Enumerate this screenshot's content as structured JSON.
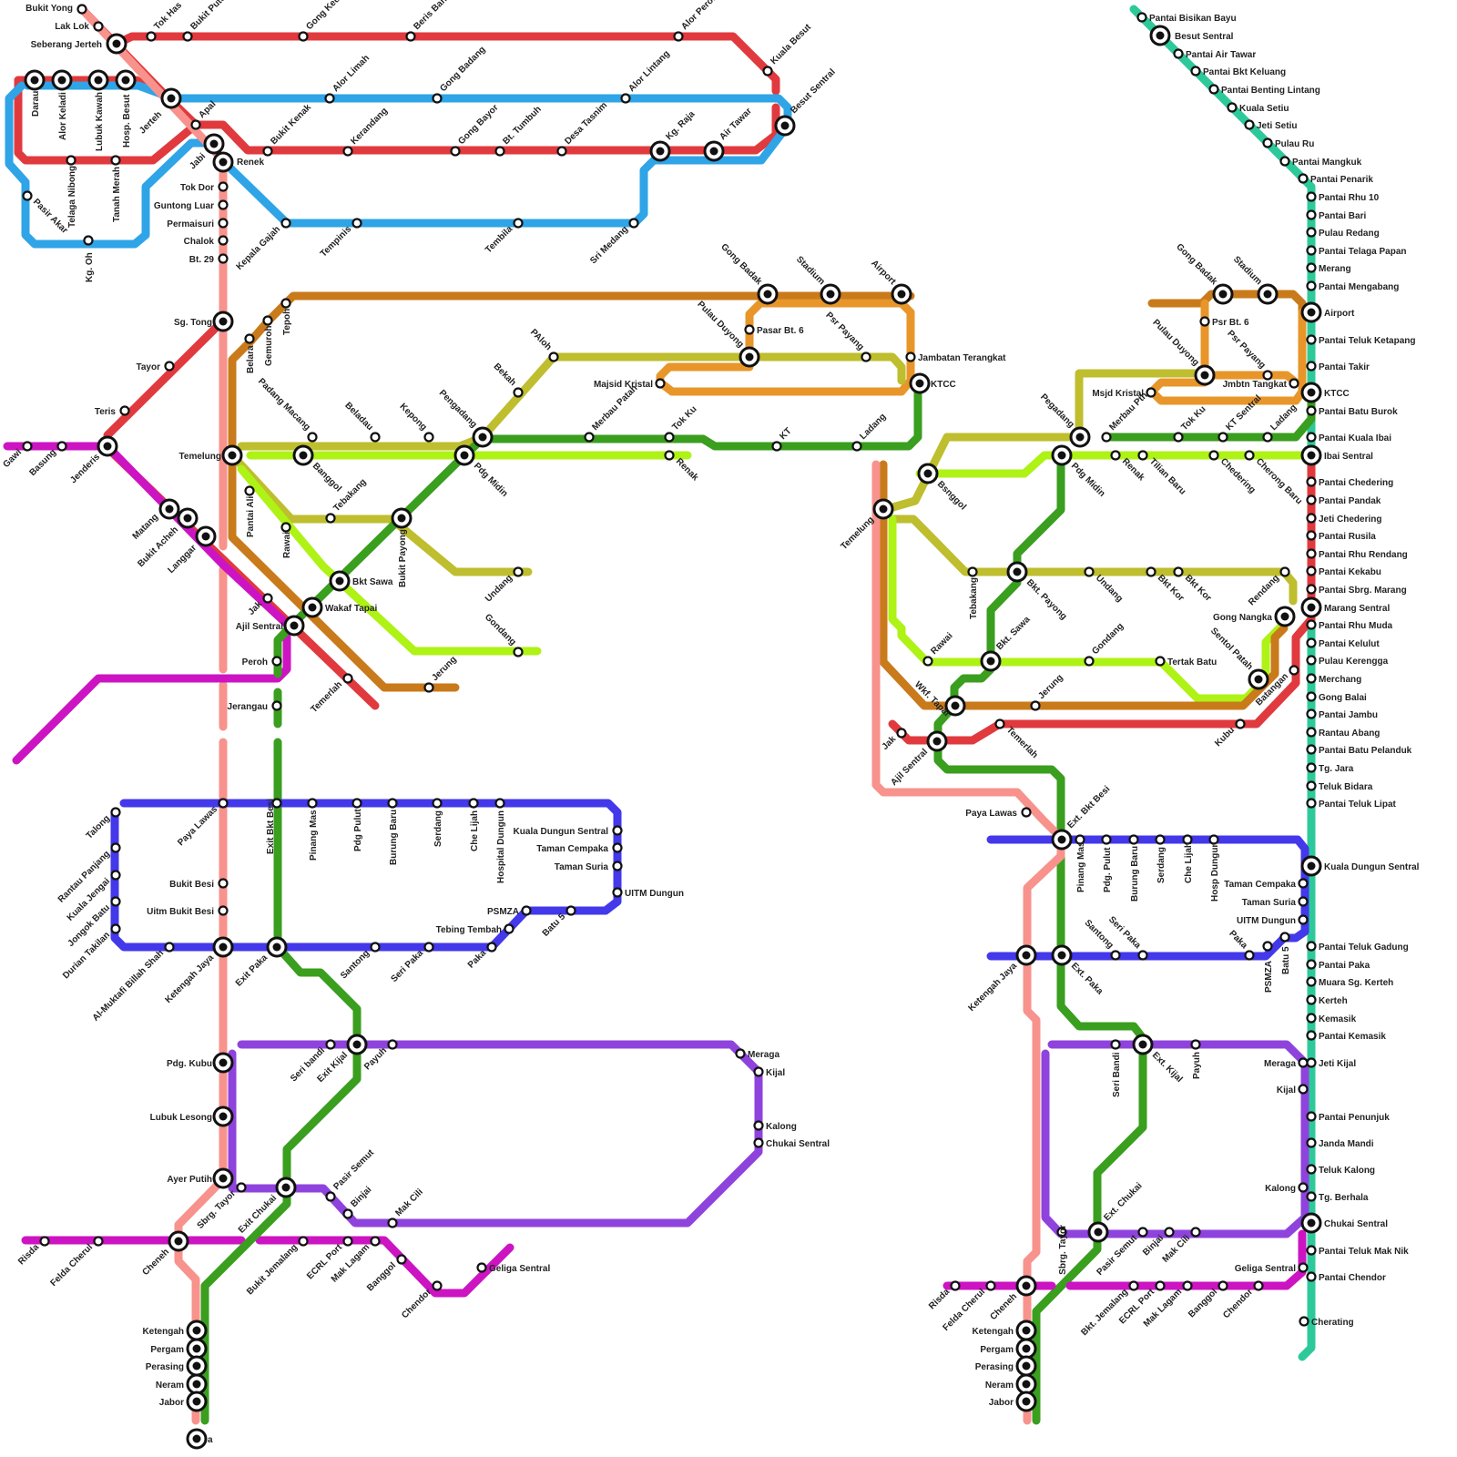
{
  "colors": {
    "red": "#e03a3e",
    "blue": "#2fa4e7",
    "pink": "#f8928c",
    "magenta": "#cc14c2",
    "orange": "#c97a1b",
    "amber": "#e8962a",
    "olive": "#bebe2e",
    "green": "#3a9e1e",
    "lime": "#aef216",
    "indigo": "#4338ea",
    "purple": "#8f43dd",
    "teal": "#2ec99a"
  },
  "stations": [
    {
      "id": "bukit-yong",
      "label": "Bukit Yong"
    },
    {
      "id": "lak-lok",
      "label": "Lak Lok"
    },
    {
      "id": "seberang-jerteh",
      "label": "Seberang Jerteh"
    },
    {
      "id": "tok-has",
      "label": "Tok Has"
    },
    {
      "id": "bukit-puteh",
      "label": "Bukit Puteh"
    },
    {
      "id": "gong-kedak",
      "label": "Gong Kedak"
    },
    {
      "id": "beris-baharu",
      "label": "Beris Baharu"
    },
    {
      "id": "alor-peroi",
      "label": "Alor Peroi"
    },
    {
      "id": "kuala-besut",
      "label": "Kuala Besut"
    },
    {
      "id": "besut-sentral-w",
      "label": "Besut Sentral"
    },
    {
      "id": "darau",
      "label": "Darau"
    },
    {
      "id": "alor-keladi",
      "label": "Alor Keladi"
    },
    {
      "id": "lubuk-kawah",
      "label": "Lubuk Kawah"
    },
    {
      "id": "hosp-besut",
      "label": "Hosp. Besut"
    },
    {
      "id": "jerteh",
      "label": "Jerteh"
    },
    {
      "id": "alor-limah",
      "label": "Alor Limah"
    },
    {
      "id": "gong-badang",
      "label": "Gong Badang"
    },
    {
      "id": "alor-lintang",
      "label": "Alor Lintang"
    },
    {
      "id": "apal",
      "label": "Apal"
    },
    {
      "id": "jabi",
      "label": "Jabi"
    },
    {
      "id": "renek-w",
      "label": "Renek"
    },
    {
      "id": "bukit-kenak",
      "label": "Bukit Kenak"
    },
    {
      "id": "kerandang",
      "label": "Kerandang"
    },
    {
      "id": "gong-bayor",
      "label": "Gong Bayor"
    },
    {
      "id": "bt-tumbuh",
      "label": "Bt. Tumbuh"
    },
    {
      "id": "desa-tasnim",
      "label": "Desa Tasnim"
    },
    {
      "id": "kg-raja",
      "label": "Kg. Raja"
    },
    {
      "id": "air-tawar",
      "label": "Air Tawar"
    },
    {
      "id": "telaga-nibong",
      "label": "Telaga Nibong"
    },
    {
      "id": "tanah-merah",
      "label": "Tanah Merah"
    },
    {
      "id": "pasir-akar",
      "label": "Pasir Akar"
    },
    {
      "id": "kg-oh",
      "label": "Kg. Oh"
    },
    {
      "id": "tok-dor",
      "label": "Tok Dor"
    },
    {
      "id": "guntong-luar",
      "label": "Guntong Luar"
    },
    {
      "id": "permaisuri",
      "label": "Permaisuri"
    },
    {
      "id": "chalok",
      "label": "Chalok"
    },
    {
      "id": "bt-29",
      "label": "Bt. 29"
    },
    {
      "id": "kepala-gajah",
      "label": "Kepala Gajah"
    },
    {
      "id": "tempinis",
      "label": "Tempinis"
    },
    {
      "id": "tembila",
      "label": "Tembila"
    },
    {
      "id": "sri-medang",
      "label": "Sri Medang"
    },
    {
      "id": "sg-tong",
      "label": "Sg. Tong"
    },
    {
      "id": "tayor",
      "label": "Tayor"
    },
    {
      "id": "teris",
      "label": "Teris"
    },
    {
      "id": "gawi",
      "label": "Gawi"
    },
    {
      "id": "basung",
      "label": "Basung"
    },
    {
      "id": "jenderis",
      "label": "Jenderis"
    },
    {
      "id": "matang",
      "label": "Matang"
    },
    {
      "id": "bukit-acheh",
      "label": "Bukit Acheh"
    },
    {
      "id": "langgar",
      "label": "Langgar"
    },
    {
      "id": "belara",
      "label": "Belara"
    },
    {
      "id": "gemuroh",
      "label": "Gemuroh"
    },
    {
      "id": "tepoh",
      "label": "Tepoh"
    },
    {
      "id": "gong-badak-w",
      "label": "Gong Badak"
    },
    {
      "id": "stadium-w",
      "label": "Stadium"
    },
    {
      "id": "airport-w",
      "label": "Airport"
    },
    {
      "id": "pulau-duyong-w",
      "label": "Pulau Duyong"
    },
    {
      "id": "pasar-bt6",
      "label": "Pasar Bt. 6"
    },
    {
      "id": "psr-payang-w",
      "label": "Psr Payang"
    },
    {
      "id": "jambatan-terangkat",
      "label": "Jambatan Terangkat"
    },
    {
      "id": "majsid-kristal",
      "label": "Majsid Kristal"
    },
    {
      "id": "ktcc-w",
      "label": "KTCC"
    },
    {
      "id": "paloh",
      "label": "PAloh"
    },
    {
      "id": "bekah",
      "label": "Bekah"
    },
    {
      "id": "temelung-w",
      "label": "Temelung"
    },
    {
      "id": "padang-macang",
      "label": "Padang Macang"
    },
    {
      "id": "beladau",
      "label": "Beladau"
    },
    {
      "id": "kepong",
      "label": "Kepong"
    },
    {
      "id": "pengadang",
      "label": "Pengadang"
    },
    {
      "id": "merbau-patah",
      "label": "Merbau Patah"
    },
    {
      "id": "tok-ku-w",
      "label": "Tok Ku"
    },
    {
      "id": "kt-w",
      "label": "KT"
    },
    {
      "id": "ladang-w",
      "label": "Ladang"
    },
    {
      "id": "banggol",
      "label": "Banggol"
    },
    {
      "id": "pdg-midin-w",
      "label": "Pdg Midin"
    },
    {
      "id": "renak-w",
      "label": "Renak"
    },
    {
      "id": "pantai-ali",
      "label": "Pantai Ali"
    },
    {
      "id": "tebakang-w",
      "label": "Tebakang"
    },
    {
      "id": "rawai-w",
      "label": "Rawai"
    },
    {
      "id": "bukit-payong-w",
      "label": "Bukit Payong"
    },
    {
      "id": "undang-w",
      "label": "Undang"
    },
    {
      "id": "bkt-sawa-w",
      "label": "Bkt Sawa"
    },
    {
      "id": "wakaf-tapai-w",
      "label": "Wakaf Tapai"
    },
    {
      "id": "jak-w",
      "label": "Jak"
    },
    {
      "id": "ajil-sentral-w",
      "label": "Ajil Sentral"
    },
    {
      "id": "gondang-w",
      "label": "Gondang"
    },
    {
      "id": "peroh",
      "label": "Peroh"
    },
    {
      "id": "jerung-w",
      "label": "Jerung"
    },
    {
      "id": "temerlah-w",
      "label": "Temerlah"
    },
    {
      "id": "jerangau",
      "label": "Jerangau"
    },
    {
      "id": "talong",
      "label": "Talong"
    },
    {
      "id": "paya-lawas-w",
      "label": "Paya Lawas"
    },
    {
      "id": "exit-bkt-besi",
      "label": "Exit Bkt Besi"
    },
    {
      "id": "pinang-mas-w",
      "label": "Pinang Mas"
    },
    {
      "id": "pdg-pulut-w",
      "label": "Pdg Pulut"
    },
    {
      "id": "burung-baru-w",
      "label": "Burung Baru"
    },
    {
      "id": "serdang-w",
      "label": "Serdang"
    },
    {
      "id": "che-lijah-w",
      "label": "Che Lijah"
    },
    {
      "id": "hospital-dungun",
      "label": "Hospital Dungun"
    },
    {
      "id": "rantau-panjang",
      "label": "Rantau Panjang"
    },
    {
      "id": "kuala-jengai",
      "label": "Kuala Jengai"
    },
    {
      "id": "jongok-batu",
      "label": "Jongok Batu"
    },
    {
      "id": "durian-takilan",
      "label": "Durian Takilan"
    },
    {
      "id": "kuala-dungun-sentral-w",
      "label": "Kuala Dungun Sentral"
    },
    {
      "id": "taman-cempaka-w",
      "label": "Taman Cempaka"
    },
    {
      "id": "taman-suria-w",
      "label": "Taman Suria"
    },
    {
      "id": "uitm-dungun-w",
      "label": "UITM Dungun"
    },
    {
      "id": "bukit-besi",
      "label": "Bukit Besi"
    },
    {
      "id": "uitm-bukit-besi",
      "label": "Uitm Bukit Besi"
    },
    {
      "id": "psmza-w",
      "label": "PSMZA"
    },
    {
      "id": "batu5-w",
      "label": "Batu 5"
    },
    {
      "id": "tebing-tembah",
      "label": "Tebing Tembah"
    },
    {
      "id": "al-muktafi",
      "label": "Al-Muktafi Billah Shah"
    },
    {
      "id": "ketengah-jaya-w",
      "label": "Ketengah Jaya"
    },
    {
      "id": "exit-paka",
      "label": "Exit Paka"
    },
    {
      "id": "santong-w",
      "label": "Santong"
    },
    {
      "id": "seri-paka-w",
      "label": "Seri Paka"
    },
    {
      "id": "paka-w",
      "label": "Paka"
    },
    {
      "id": "pdg-kubu",
      "label": "Pdg. Kubu"
    },
    {
      "id": "seri-bandi-w",
      "label": "Seri bandi"
    },
    {
      "id": "exit-kijal",
      "label": "Exit Kijal"
    },
    {
      "id": "payuh-w",
      "label": "Payuh"
    },
    {
      "id": "meraga-w",
      "label": "Meraga"
    },
    {
      "id": "kijal-w",
      "label": "Kijal"
    },
    {
      "id": "lubuk-lesong",
      "label": "Lubuk Lesong"
    },
    {
      "id": "kalong-w",
      "label": "Kalong"
    },
    {
      "id": "chukai-sentral-w",
      "label": "Chukai Sentral"
    },
    {
      "id": "ayer-putih",
      "label": "Ayer Putih"
    },
    {
      "id": "sbrg-tayor-w",
      "label": "Sbrg. Tayor"
    },
    {
      "id": "exit-chukai",
      "label": "Exit Chukai"
    },
    {
      "id": "pasir-semut-w",
      "label": "Pasir Semut"
    },
    {
      "id": "binjai-w",
      "label": "Binjai"
    },
    {
      "id": "mak-cili-w",
      "label": "Mak Cili"
    },
    {
      "id": "risda-w",
      "label": "Risda"
    },
    {
      "id": "felda-cherul-w",
      "label": "Felda Cherul"
    },
    {
      "id": "cheneh-w",
      "label": "Cheneh"
    },
    {
      "id": "bukit-jemalang",
      "label": "Bukit Jemalang"
    },
    {
      "id": "ecrl-port-w",
      "label": "ECRL Port"
    },
    {
      "id": "mak-lagam-w",
      "label": "Mak Lagam"
    },
    {
      "id": "banggol-s-w",
      "label": "Banggol"
    },
    {
      "id": "chendor-w",
      "label": "Chendor"
    },
    {
      "id": "geliga-sentral-w",
      "label": "Geliga Sentral"
    },
    {
      "id": "ketengah-w",
      "label": "Ketengah"
    },
    {
      "id": "pergam-w",
      "label": "Pergam"
    },
    {
      "id": "perasing-w",
      "label": "Perasing"
    },
    {
      "id": "neram-w",
      "label": "Neram"
    },
    {
      "id": "jabor-w",
      "label": "Jabor"
    },
    {
      "id": "bottom-w",
      "label": "a"
    },
    {
      "id": "pantai-bisikan-bayu",
      "label": "Pantai Bisikan Bayu"
    },
    {
      "id": "besut-sentral-e",
      "label": "Besut Sentral"
    },
    {
      "id": "pantai-air-tawar",
      "label": "Pantai Air Tawar"
    },
    {
      "id": "pantai-bkt-keluang",
      "label": "Pantai Bkt Keluang"
    },
    {
      "id": "pantai-benting-lintang",
      "label": "Pantai Benting Lintang"
    },
    {
      "id": "kuala-setiu",
      "label": "Kuala Setiu"
    },
    {
      "id": "jeti-setiu",
      "label": "Jeti Setiu"
    },
    {
      "id": "pulau-ru",
      "label": "Pulau Ru"
    },
    {
      "id": "pantai-mangkuk",
      "label": "Pantai Mangkuk"
    },
    {
      "id": "pantai-penarik",
      "label": "Pantai Penarik"
    },
    {
      "id": "pantai-rhu-10",
      "label": "Pantai Rhu 10"
    },
    {
      "id": "pantai-bari",
      "label": "Pantai Bari"
    },
    {
      "id": "pulau-redang",
      "label": "Pulau Redang"
    },
    {
      "id": "pantai-telaga-papan",
      "label": "Pantai Telaga Papan"
    },
    {
      "id": "merang",
      "label": "Merang"
    },
    {
      "id": "pantai-mengabang",
      "label": "Pantai Mengabang"
    },
    {
      "id": "airport-e",
      "label": "Airport"
    },
    {
      "id": "pantai-teluk-ketapang",
      "label": "Pantai Teluk Ketapang"
    },
    {
      "id": "pantai-takir",
      "label": "Pantai Takir"
    },
    {
      "id": "ktcc-e",
      "label": "KTCC"
    },
    {
      "id": "pantai-batu-burok",
      "label": "Pantai Batu Burok"
    },
    {
      "id": "pantai-kuala-ibai",
      "label": "Pantai Kuala Ibai"
    },
    {
      "id": "ibai-sentral",
      "label": "Ibai Sentral"
    },
    {
      "id": "pantai-chedering",
      "label": "Pantai Chedering"
    },
    {
      "id": "pantai-pandak",
      "label": "Pantai Pandak"
    },
    {
      "id": "jeti-chedering",
      "label": "Jeti Chedering"
    },
    {
      "id": "pantai-rusila",
      "label": "Pantai Rusila"
    },
    {
      "id": "pantai-rhu-rendang",
      "label": "Pantai Rhu Rendang"
    },
    {
      "id": "pantai-kekabu",
      "label": "Pantai Kekabu"
    },
    {
      "id": "pantai-sbrg-marang",
      "label": "Pantai Sbrg. Marang"
    },
    {
      "id": "marang-sentral",
      "label": "Marang Sentral"
    },
    {
      "id": "pantai-rhu-muda",
      "label": "Pantai Rhu Muda"
    },
    {
      "id": "pantai-kelulut",
      "label": "Pantai Kelulut"
    },
    {
      "id": "pulau-kerengga",
      "label": "Pulau Kerengga"
    },
    {
      "id": "merchang",
      "label": "Merchang"
    },
    {
      "id": "gong-balai",
      "label": "Gong Balai"
    },
    {
      "id": "pantai-jambu",
      "label": "Pantai Jambu"
    },
    {
      "id": "rantau-abang",
      "label": "Rantau Abang"
    },
    {
      "id": "pantai-batu-pelanduk",
      "label": "Pantai Batu Pelanduk"
    },
    {
      "id": "tg-jara",
      "label": "Tg. Jara"
    },
    {
      "id": "teluk-bidara",
      "label": "Teluk Bidara"
    },
    {
      "id": "pantai-teluk-lipat",
      "label": "Pantai Teluk Lipat"
    },
    {
      "id": "kuala-dungun-sentral-e",
      "label": "Kuala Dungun Sentral"
    },
    {
      "id": "pantai-teluk-gadung",
      "label": "Pantai Teluk Gadung"
    },
    {
      "id": "pantai-paka",
      "label": "Pantai Paka"
    },
    {
      "id": "muara-sg-kerteh",
      "label": "Muara Sg. Kerteh"
    },
    {
      "id": "kerteh",
      "label": "Kerteh"
    },
    {
      "id": "kemasik",
      "label": "Kemasik"
    },
    {
      "id": "pantai-kemasik",
      "label": "Pantai Kemasik"
    },
    {
      "id": "jeti-kijal",
      "label": "Jeti Kijal"
    },
    {
      "id": "pantai-penunjuk",
      "label": "Pantai Penunjuk"
    },
    {
      "id": "janda-mandi",
      "label": "Janda Mandi"
    },
    {
      "id": "teluk-kalong",
      "label": "Teluk Kalong"
    },
    {
      "id": "tg-berhala",
      "label": "Tg. Berhala"
    },
    {
      "id": "chukai-sentral-e",
      "label": "Chukai Sentral"
    },
    {
      "id": "pantai-teluk-mak-nik",
      "label": "Pantai  Teluk Mak Nik"
    },
    {
      "id": "pantai-chendor",
      "label": "Pantai Chendor"
    },
    {
      "id": "cherating",
      "label": "Cherating"
    },
    {
      "id": "gong-badak-e",
      "label": "Gong Badak"
    },
    {
      "id": "stadium-e",
      "label": "Stadium"
    },
    {
      "id": "pulau-duyong-e",
      "label": "Pulau Duyong"
    },
    {
      "id": "psr-bt6-e",
      "label": "Psr Bt. 6"
    },
    {
      "id": "psr-payang-e",
      "label": "Psr Payang"
    },
    {
      "id": "jmbtn-tangkat",
      "label": "Jmbtn Tangkat"
    },
    {
      "id": "msjd-kristal",
      "label": "Msjd Kristal"
    },
    {
      "id": "pegadang-e",
      "label": "Pegadang"
    },
    {
      "id": "merbau-pth",
      "label": "Merbau Pth"
    },
    {
      "id": "tok-ku-e",
      "label": "Tok Ku"
    },
    {
      "id": "kt-sentral",
      "label": "KT Sentral"
    },
    {
      "id": "ladang-e",
      "label": "Ladang"
    },
    {
      "id": "pdg-midin-e",
      "label": "Pdg Midin"
    },
    {
      "id": "renak-e",
      "label": "Renak"
    },
    {
      "id": "tilian-baru",
      "label": "Tilian Baru"
    },
    {
      "id": "chedering-e",
      "label": "Chedering"
    },
    {
      "id": "cherong-baru",
      "label": "Cherong Baru"
    },
    {
      "id": "bsnggol",
      "label": "Bsnggol"
    },
    {
      "id": "temelung-e",
      "label": "Temelung"
    },
    {
      "id": "tebakang-e",
      "label": "Tebakang"
    },
    {
      "id": "bkt-payong-e",
      "label": "Bkt. Payong"
    },
    {
      "id": "undang-e",
      "label": "Undang"
    },
    {
      "id": "bkt-kor-1",
      "label": "Bkt Kor"
    },
    {
      "id": "bkt-kor-2",
      "label": "Bkt Kor"
    },
    {
      "id": "rendang",
      "label": "Rendang"
    },
    {
      "id": "gong-nangka",
      "label": "Gong Nangka"
    },
    {
      "id": "rawai-e",
      "label": "Rawai"
    },
    {
      "id": "bkt-sawa-e",
      "label": "Bkt. Sawa"
    },
    {
      "id": "gondang-e",
      "label": "Gondang"
    },
    {
      "id": "tertak-batu",
      "label": "Tertak Batu"
    },
    {
      "id": "sentol-patah",
      "label": "Sentol Patah"
    },
    {
      "id": "batangan",
      "label": "Batangan"
    },
    {
      "id": "wkf-tapai-e",
      "label": "Wkf. Tapai"
    },
    {
      "id": "jerung-e",
      "label": "Jerung"
    },
    {
      "id": "jak-e",
      "label": "Jak"
    },
    {
      "id": "ajil-sentral-e",
      "label": "Ajil Sentral"
    },
    {
      "id": "temerlah-e",
      "label": "Temerlah"
    },
    {
      "id": "kubu",
      "label": "Kubu"
    },
    {
      "id": "paya-lawas-e",
      "label": "Paya Lawas"
    },
    {
      "id": "ext-bkt-besi",
      "label": "Ext. Bkt Besi"
    },
    {
      "id": "pinang-mas-e",
      "label": "Pinang Mas"
    },
    {
      "id": "pdg-pulut-e",
      "label": "Pdg. Pulut"
    },
    {
      "id": "burung-baru-e",
      "label": "Burung Baru"
    },
    {
      "id": "serdang-e",
      "label": "Serdang"
    },
    {
      "id": "che-lijah-e",
      "label": "Che Lijah"
    },
    {
      "id": "hosp-dungun-e",
      "label": "Hosp Dungun"
    },
    {
      "id": "taman-cempaka-e",
      "label": "Taman Cempaka"
    },
    {
      "id": "taman-suria-e",
      "label": "Taman Suria"
    },
    {
      "id": "uitm-dungun-e",
      "label": "UITM Dungun"
    },
    {
      "id": "ketengah-jaya-e",
      "label": "Ketengah Jaya"
    },
    {
      "id": "ext-paka",
      "label": "Ext. Paka"
    },
    {
      "id": "santong-e",
      "label": "Santong"
    },
    {
      "id": "seri-paka-e",
      "label": "Seri Paka"
    },
    {
      "id": "paka-e",
      "label": "Paka"
    },
    {
      "id": "psmza-e",
      "label": "PSMZA"
    },
    {
      "id": "batu5-e",
      "label": "Batu 5"
    },
    {
      "id": "seri-bandi-e",
      "label": "Seri Bandi"
    },
    {
      "id": "ext-kijal",
      "label": "Ext. Kijal"
    },
    {
      "id": "payuh-e",
      "label": "Payuh"
    },
    {
      "id": "meraga-e",
      "label": "Meraga"
    },
    {
      "id": "kijal-e",
      "label": "Kijal"
    },
    {
      "id": "kalong-e",
      "label": "Kalong"
    },
    {
      "id": "sbrg-tayor-e",
      "label": "Sbrg. Tayor"
    },
    {
      "id": "ext-chukai",
      "label": "Ext. Chukai"
    },
    {
      "id": "pasir-semut-e",
      "label": "Pasir Semut"
    },
    {
      "id": "binjai-e",
      "label": "Binjai"
    },
    {
      "id": "mak-cili-e",
      "label": "Mak Cili"
    },
    {
      "id": "geliga-sentral-e",
      "label": "Geliga Sentral"
    },
    {
      "id": "risda-e",
      "label": "Risda"
    },
    {
      "id": "felda-cherul-e",
      "label": "Felda Cherul"
    },
    {
      "id": "cheneh-e",
      "label": "Cheneh"
    },
    {
      "id": "bkt-jemalang-e",
      "label": "Bkt. Jemalang"
    },
    {
      "id": "ecrl-port-e",
      "label": "ECRL Port"
    },
    {
      "id": "mak-lagam-e",
      "label": "Mak Lagam"
    },
    {
      "id": "banggol-s-e",
      "label": "Banggol"
    },
    {
      "id": "chendor-e",
      "label": "Chendor"
    },
    {
      "id": "ketengah-e",
      "label": "Ketengah"
    },
    {
      "id": "pergam-e",
      "label": "Pergam"
    },
    {
      "id": "perasing-e",
      "label": "Perasing"
    },
    {
      "id": "neram-e",
      "label": "Neram"
    },
    {
      "id": "jabor-e",
      "label": "Jabor"
    }
  ]
}
